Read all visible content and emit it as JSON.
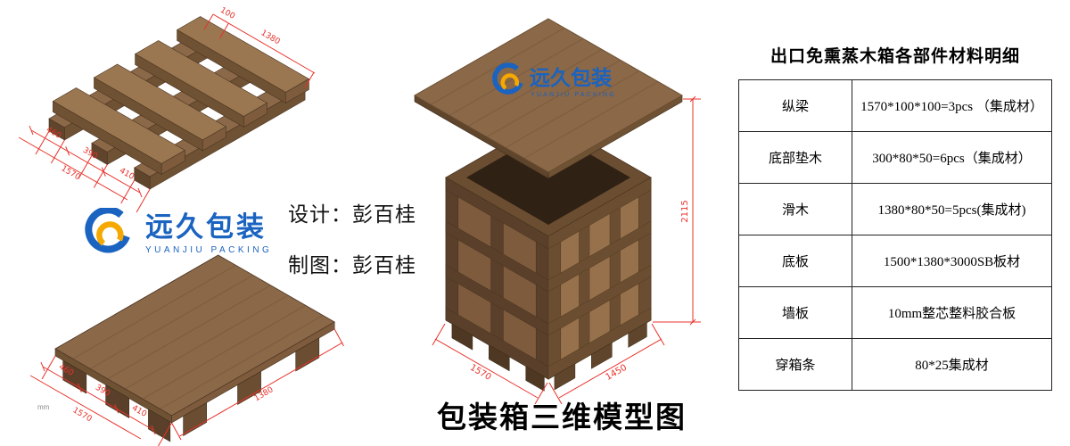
{
  "page": {
    "title": "包装箱三维模型图"
  },
  "credits": {
    "design": "设计：彭百桂",
    "draft": "制图：彭百桂"
  },
  "logo": {
    "cn": "远久包装",
    "en": "YUANJIU PACKING"
  },
  "table": {
    "title": "出口免熏蒸木箱各部件材料明细",
    "rows": [
      {
        "part": "纵梁",
        "spec": "1570*100*100=3pcs （集成材）"
      },
      {
        "part": "底部垫木",
        "spec": "300*80*50=6pcs（集成材）"
      },
      {
        "part": "滑木",
        "spec": "1380*80*50=5pcs(集成材)"
      },
      {
        "part": "底板",
        "spec": "1500*1380*3000SB板材"
      },
      {
        "part": "墙板",
        "spec": "10mm整芯整料胶合板"
      },
      {
        "part": "穿箱条",
        "spec": "80*25集成材"
      }
    ]
  },
  "dims": {
    "frame": {
      "segments": [
        "460",
        "390",
        "410"
      ],
      "total": "1570",
      "width": "1380",
      "small": "100"
    },
    "deck": {
      "segments": [
        "460",
        "390",
        "410"
      ],
      "total": "1570",
      "width": "1380"
    },
    "crate": {
      "height": "2115",
      "depth": "1450",
      "width": "1570"
    }
  },
  "footnote": {
    "unit": "mm"
  },
  "colors": {
    "wood_top": "#8a6848",
    "wood_light": "#96714c",
    "wood_mid": "#7d5b3c",
    "wood_dark": "#5a402a",
    "wood_deep": "#4f3823",
    "dimension_red": "#e8312a",
    "logo_blue": "#1a63c0",
    "logo_yellow": "#f5a900"
  }
}
